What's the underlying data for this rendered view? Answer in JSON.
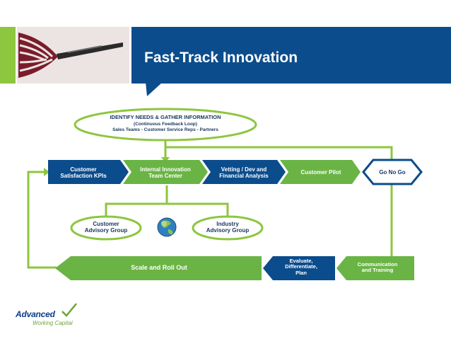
{
  "slide": {
    "title": "Fast-Track Innovation"
  },
  "diagram": {
    "top_ellipse": {
      "title": "IDENTIFY NEEDS & GATHER INFORMATION",
      "line2": "(Continuous Feedback Loop)",
      "line3": "Sales Teams - Customer Service Reps - Partners"
    },
    "process_row": [
      {
        "line1": "Customer",
        "line2": "Satisfaction KPIs"
      },
      {
        "line1": "Internal Innovation",
        "line2": "Team Center"
      },
      {
        "line1": "Vetting / Dev and",
        "line2": "Financial Analysis"
      },
      {
        "line1": "Customer Pilot",
        "line2": ""
      },
      {
        "line1": "Go No Go",
        "line2": ""
      }
    ],
    "advisory": [
      {
        "line1": "Customer",
        "line2": "Advisory Group"
      },
      {
        "line1": "Industry",
        "line2": "Advisory Group"
      }
    ],
    "bottom_row": {
      "scale": "Scale and Roll Out",
      "evaluate": {
        "line1": "Evaluate,",
        "line2": "Differentiate,",
        "line3": "Plan"
      },
      "communication": {
        "line1": "Communication",
        "line2": "and Training"
      }
    },
    "colors": {
      "navy": "#0b4c8c",
      "green": "#6ab445",
      "outline_green": "#8dc63f"
    }
  },
  "logo": {
    "name": "Advanced",
    "sub": "Working Capital"
  }
}
